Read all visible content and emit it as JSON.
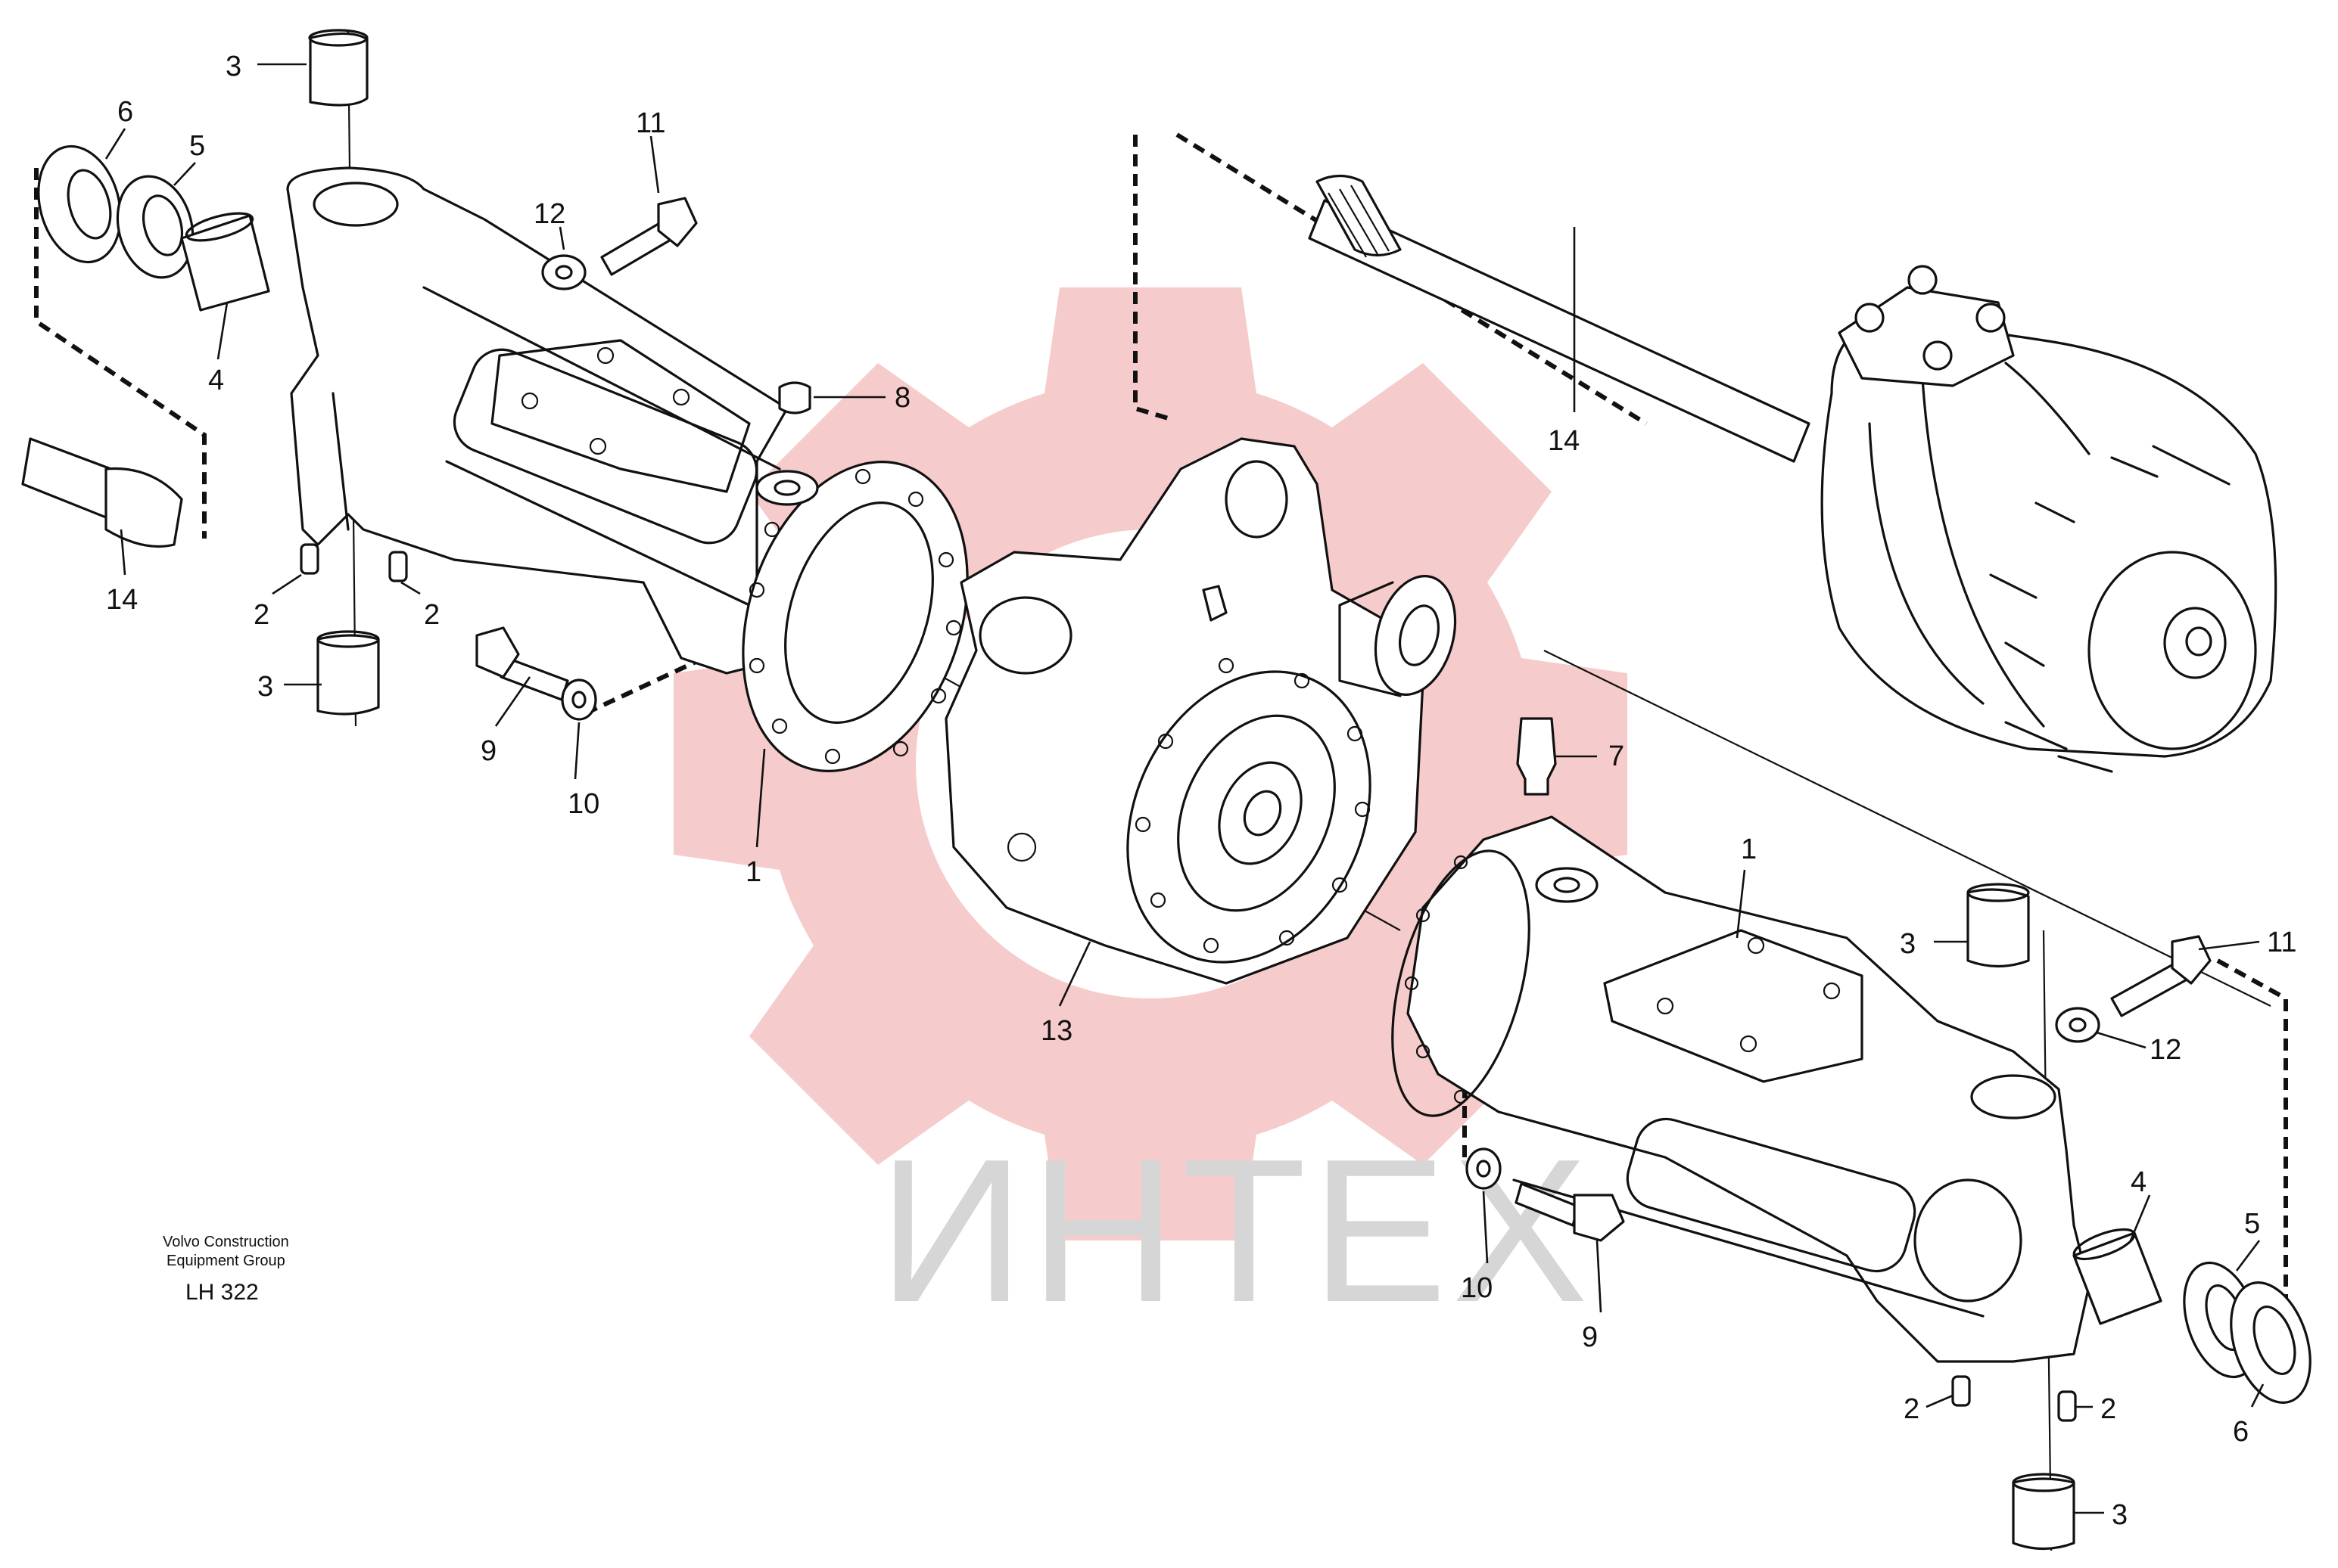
{
  "callouts": {
    "c1a": "1",
    "c1b": "1",
    "c2a": "2",
    "c2b": "2",
    "c2c": "2",
    "c2d": "2",
    "c3a": "3",
    "c3b": "3",
    "c3c": "3",
    "c3d": "3",
    "c4a": "4",
    "c4b": "4",
    "c5a": "5",
    "c5b": "5",
    "c6a": "6",
    "c6b": "6",
    "c7": "7",
    "c8": "8",
    "c9a": "9",
    "c9b": "9",
    "c10a": "10",
    "c10b": "10",
    "c11a": "11",
    "c11b": "11",
    "c12a": "12",
    "c12b": "12",
    "c13": "13",
    "c14a": "14",
    "c14b": "14"
  },
  "caption": {
    "line1": "Volvo Construction",
    "line2": "Equipment Group",
    "code": "LH 322"
  },
  "watermark": {
    "text": "ИНТЕХ",
    "gear_color": "#f4c2c2",
    "text_color": "#d6d6d6"
  }
}
